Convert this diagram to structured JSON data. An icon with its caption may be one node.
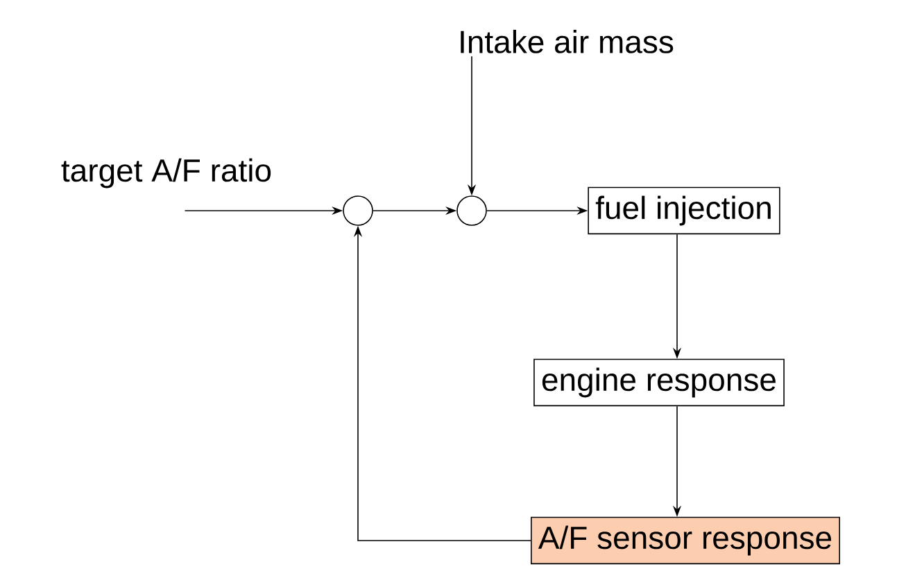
{
  "diagram": {
    "nodes": [
      {
        "text": [
          "target A/F ratio"
        ]
      },
      {
        "text": [
          "Intake air mass"
        ]
      },
      {
        "text": [],
        "shape": "circle"
      },
      {
        "text": [],
        "shape": "circle"
      },
      {
        "text": [
          "fuel injection"
        ]
      },
      {
        "text": [
          "engine response"
        ]
      },
      {
        "text": [
          "A/F sensor response"
        ]
      }
    ],
    "edges": [
      {
        "from": 0,
        "to": 2,
        "arrow": "to"
      },
      {
        "from": 1,
        "to": 3,
        "arrow": "to"
      },
      {
        "from": 2,
        "to": 3,
        "arrow": "to"
      },
      {
        "from": 3,
        "to": 4,
        "arrow": "to"
      },
      {
        "from": 4,
        "to": 5,
        "arrow": "to"
      },
      {
        "from": 5,
        "to": 6,
        "arrow": "to"
      },
      {
        "from": 6,
        "to": 2,
        "arrow": "to"
      }
    ]
  }
}
